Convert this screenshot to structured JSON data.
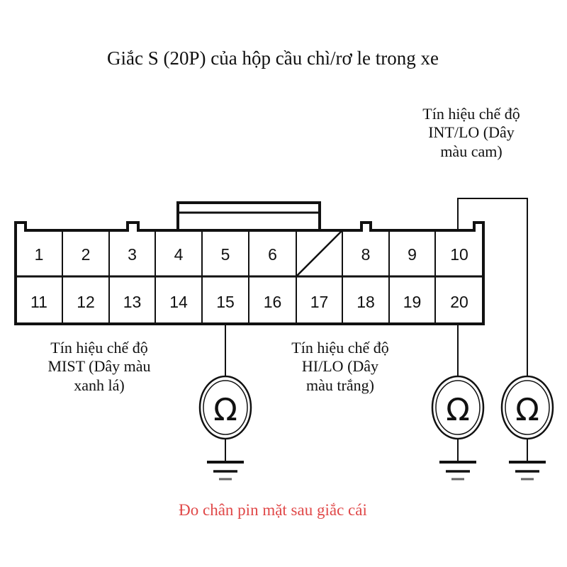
{
  "title": "Giắc S (20P) của hộp cầu chì/rơ le trong xe",
  "connector": {
    "top_row": [
      "1",
      "2",
      "3",
      "4",
      "5",
      "6",
      "",
      "8",
      "9",
      "10"
    ],
    "bottom_row": [
      "11",
      "12",
      "13",
      "14",
      "15",
      "16",
      "17",
      "18",
      "19",
      "20"
    ]
  },
  "labels": {
    "int_lo": [
      "Tín hiệu chế độ",
      "INT/LO (Dây",
      "màu cam)"
    ],
    "mist": [
      "Tín hiệu chế độ",
      "MIST (Dây màu",
      "xanh lá)"
    ],
    "hi_lo": [
      "Tín hiệu chế độ",
      "HI/LO (Dây",
      "màu trắng)"
    ]
  },
  "meter_symbol": "Ω",
  "caption": "Đo chân pin mặt sau giắc cái",
  "colors": {
    "caption": "#e04848",
    "line": "#111111"
  }
}
